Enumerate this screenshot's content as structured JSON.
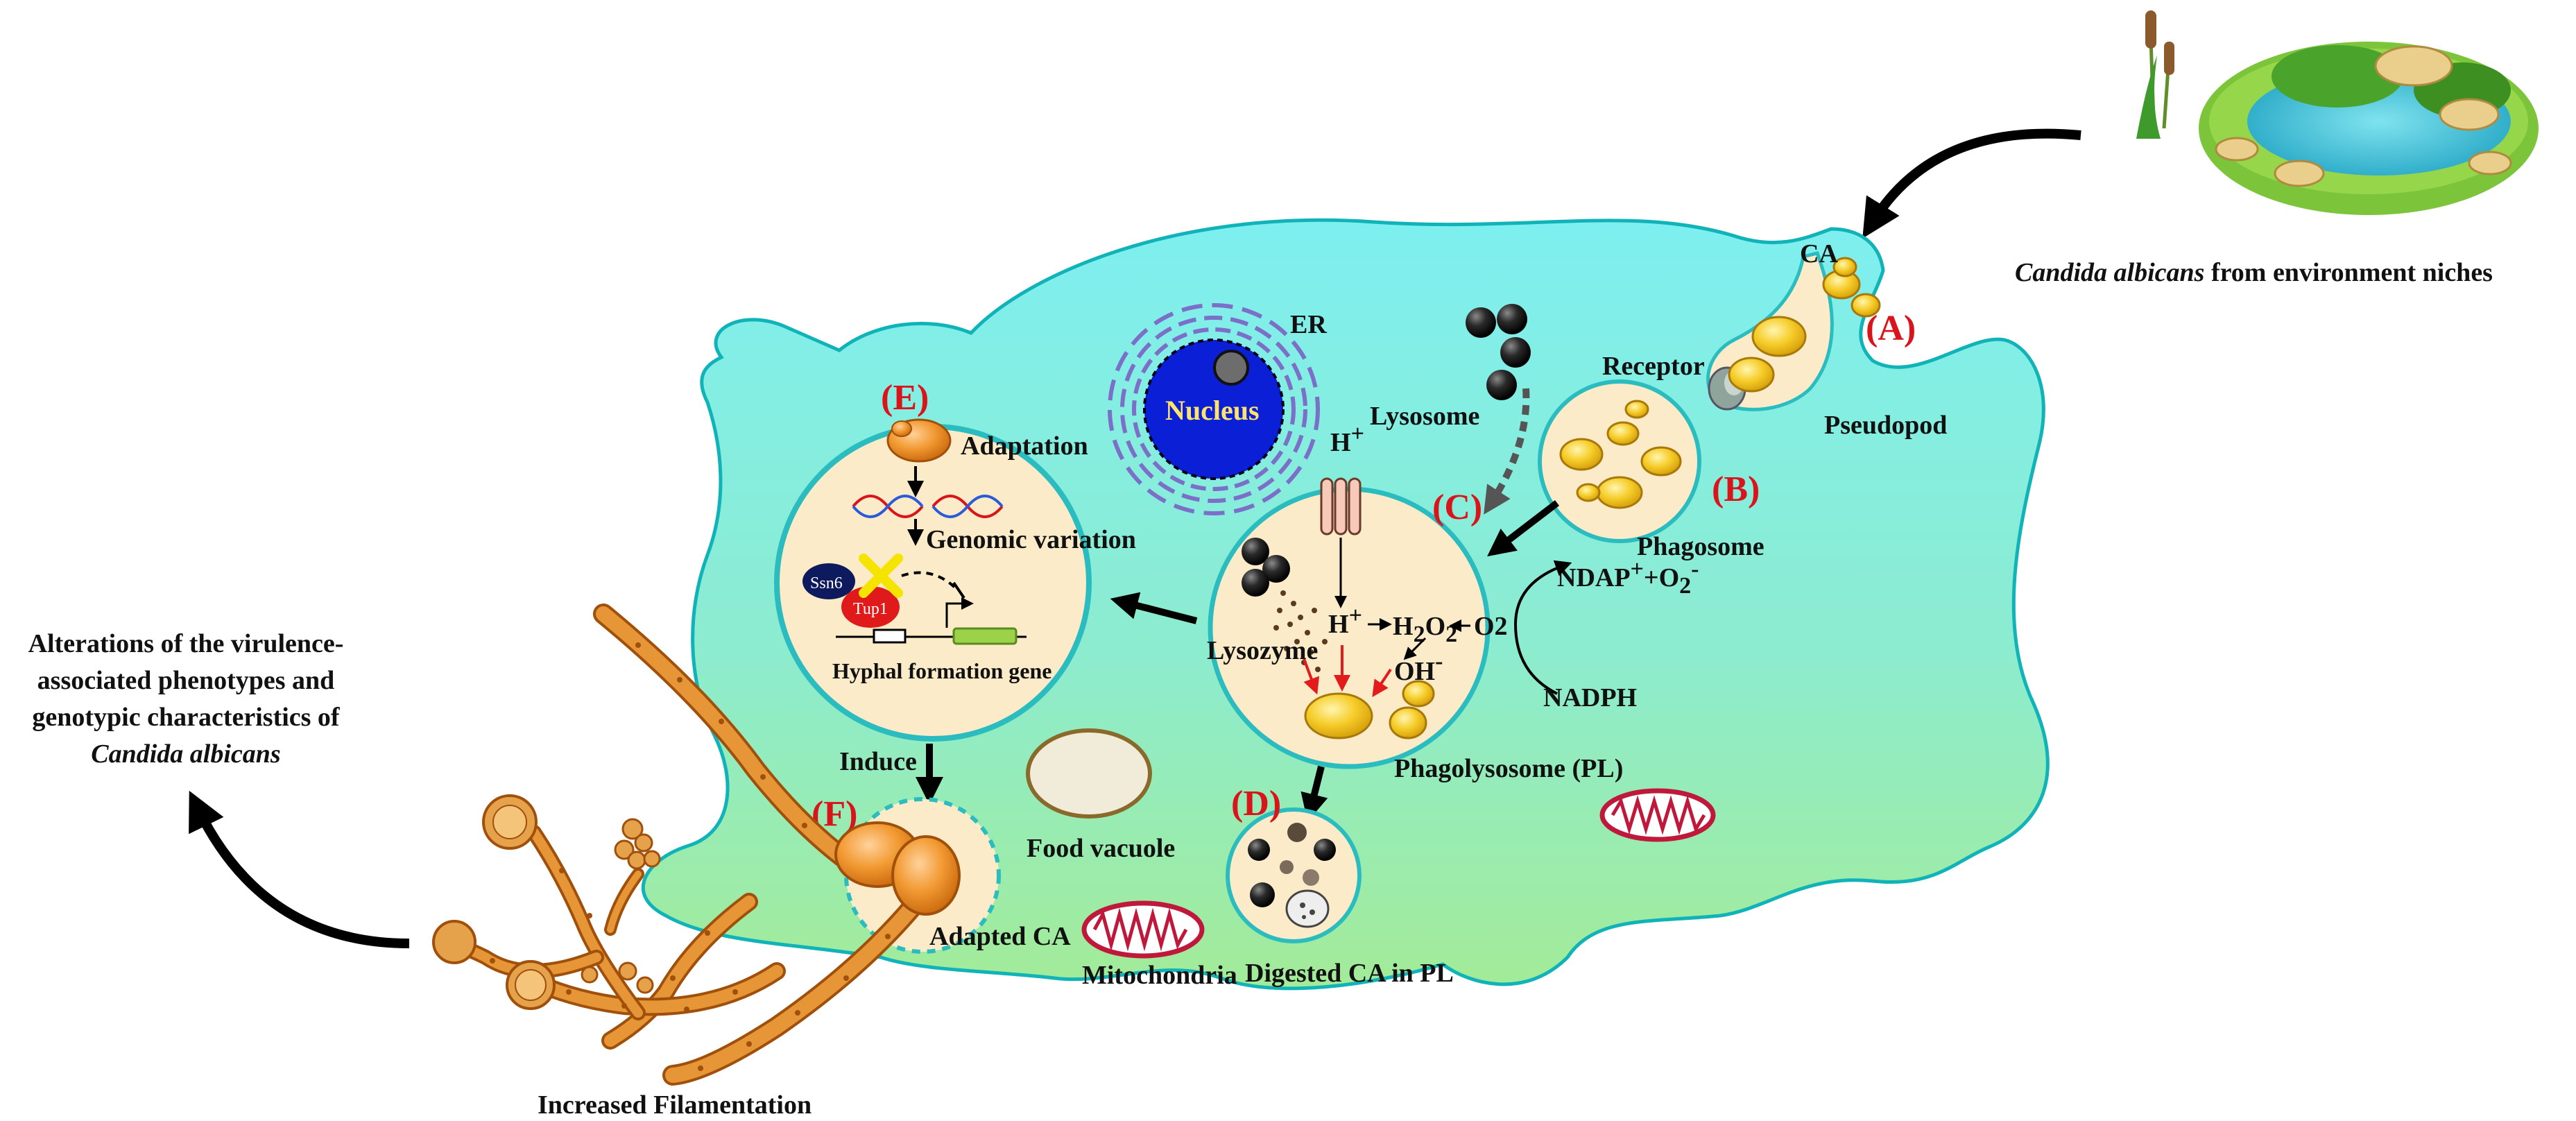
{
  "env_caption_italic": "Candida albicans",
  "env_caption_rest": " from environment niches",
  "left_title_line1": "Alterations of the virulence-",
  "left_title_line2": "associated phenotypes and",
  "left_title_line3": "genotypic characteristics of",
  "left_title_line4": "Candida albicans",
  "increased_filamentation": "Increased Filamentation",
  "ca": "CA",
  "label_a": "(A)",
  "label_b": "(B)",
  "label_c": "(C)",
  "label_d": "(D)",
  "label_e": "(E)",
  "label_f": "(F)",
  "pseudopod": "Pseudopod",
  "receptor": "Receptor",
  "phagosome": "Phagosome",
  "lysosome": "Lysosome",
  "er": "ER",
  "nucleus": "Nucleus",
  "adaptation": "Adaptation",
  "genomic_variation": "Genomic variation",
  "ssn6": "Ssn6",
  "tup1": "Tup1",
  "hyphal_gene": "Hyphal formation gene",
  "h_plus_top": "H",
  "h_plus_mid": "H",
  "plus": "+",
  "h2o2_a": "H",
  "h2o2_sub": "2",
  "h2o2_b": "O",
  "o2": "O2",
  "ohminus": "OH",
  "minus": "-",
  "lysozyme": "Lysozyme",
  "ndap": "NDAP",
  "ndap_rest": "+O",
  "ndap_sub": "2",
  "nadph": "NADPH",
  "phagolysosome": "Phagolysosome (PL)",
  "induce": "Induce",
  "food_vacuole": "Food vacuole",
  "adapted_ca": "Adapted CA",
  "mitochondria": "Mitochondria",
  "digested_ca": "Digested CA in PL",
  "colors": {
    "cell_top": "#7eeff0",
    "cell_bottom": "#9be9a0",
    "vesicle_fill": "#fcebc8",
    "vesicle_ring": "#2bbcc0",
    "label_red": "#d9151b",
    "yeast": "#f2c31d",
    "nucleus": "#0a1fd6",
    "hyphae": "#e79637"
  }
}
